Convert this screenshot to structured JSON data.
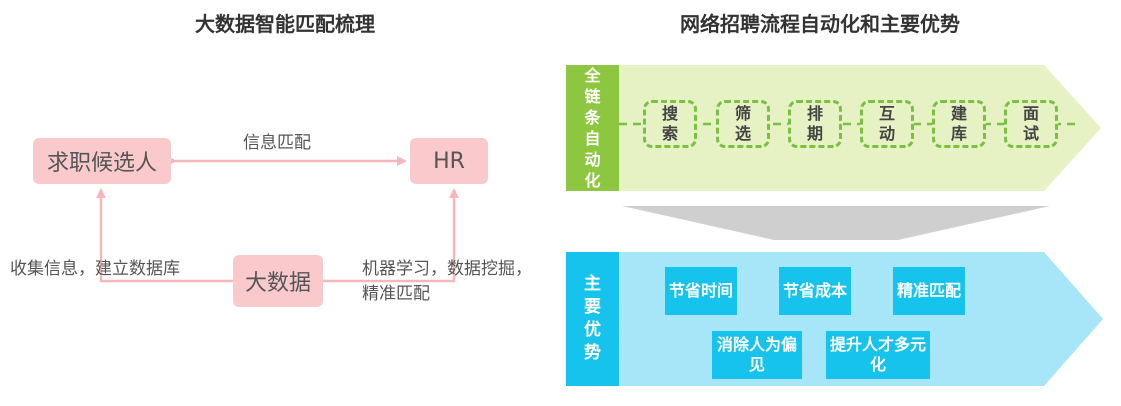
{
  "left": {
    "title": "大数据智能匹配梳理",
    "nodes": {
      "candidate": "求职候选人",
      "hr": "HR",
      "bigdata": "大数据"
    },
    "edge_labels": {
      "match": "信息匹配",
      "collect": "收集信息，建立数据库",
      "mining": "机器学习，数据挖掘，精准匹配"
    },
    "colors": {
      "box": "#f9c9cc",
      "arrow": "#f4b8bc"
    }
  },
  "right": {
    "title": "网络招聘流程自动化和主要优势",
    "process": {
      "label": [
        "全",
        "链",
        "条",
        "自",
        "动",
        "化"
      ],
      "steps": [
        [
          "搜",
          "索"
        ],
        [
          "筛",
          "选"
        ],
        [
          "排",
          "期"
        ],
        [
          "互",
          "动"
        ],
        [
          "建",
          "库"
        ],
        [
          "面",
          "试"
        ]
      ]
    },
    "advantages": {
      "label": [
        "主",
        "要",
        "优",
        "势"
      ],
      "items": [
        "节省时间",
        "节省成本",
        "精准匹配",
        "消除人为偏见",
        "提升人才多元化"
      ]
    },
    "colors": {
      "green_dark": "#8dc63f",
      "green_light": "#e6f2c4",
      "step_border": "#79c140",
      "blue_dark": "#15c3ec",
      "blue_light": "#a6e6f8",
      "connector": "#cfcfcf"
    }
  }
}
